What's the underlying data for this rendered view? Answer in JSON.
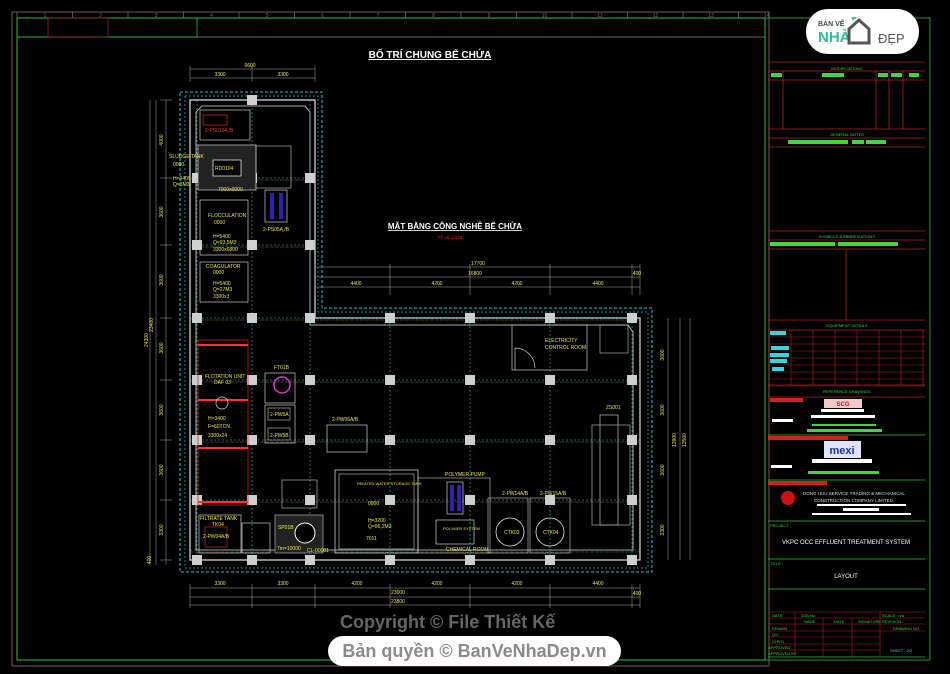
{
  "logo": {
    "line1": "BẢN VẼ",
    "line2": "NHÀ",
    "line3": "ĐẸP"
  },
  "watermark": {
    "text": "Bản quyền © BanVeNhaDep.vn",
    "behind_text": "Copyright © File Thiết Kế"
  },
  "ruler": {
    "cols": [
      "1",
      "2",
      "3",
      "4",
      "5",
      "6",
      "7",
      "8",
      "9",
      "10",
      "11",
      "12",
      "13",
      "14"
    ]
  },
  "drawing": {
    "title": "BỐ TRÍ CHUNG BỂ CHỨA",
    "subtitle": "MẶT BẰNG CÔNG NGHỆ BỂ CHỨA",
    "scale": "TỶ LỆ 1/125",
    "dims_top_left": {
      "total": "6600",
      "a": "3300",
      "b": "3300"
    },
    "dims_top_right": {
      "total1": "17700",
      "total2": "16800",
      "edge": "400",
      "spans": [
        "4400",
        "4200",
        "4200",
        "4400"
      ]
    },
    "dims_bottom": {
      "spans": [
        "3300",
        "3300",
        "4200",
        "4200",
        "4200",
        "4400"
      ],
      "edge": "400",
      "total1": "23000",
      "total2": "23800"
    },
    "dims_left": {
      "spans": [
        "4000",
        "3600",
        "3600",
        "3600",
        "3600",
        "3600",
        "3300"
      ],
      "total1": "24300",
      "total2": "23400",
      "edge": "400"
    },
    "dims_right": {
      "spans": [
        "3600",
        "3600",
        "3600",
        "3300"
      ],
      "total1": "13900",
      "total2": "13500"
    },
    "labels": {
      "sludge_tank": "SLUDGE TANK",
      "sludge_vol": "0000",
      "sludge_h": "H=3400",
      "sludge_q": "Q=3M3",
      "p_sludge": "2-PS0104,/B",
      "rd": "RD0104",
      "rd_dim": "7000x0000",
      "flocculation": "FLOCCULATION",
      "floc_vol": "0000",
      "floc_h": "H=5400",
      "floc_q": "Q=93,5M3",
      "floc_dim": "3300x6800",
      "coagulator": "COAGULATOR",
      "coag_vol": "0000",
      "coag_h": "H=5400",
      "coag_q": "Q=27M3",
      "coag_dim": "3300x3",
      "pump_a": "2-PS05A,/B",
      "flotation": "FLOTATION UNIT",
      "flot_sub": "DAF 03",
      "flot_h": "H=3400",
      "flot_f": "F=60TCN",
      "flot_dim": "3300x24",
      "fb": "FT01B",
      "pw5a": "2-PW5A",
      "pw5b": "2-PW5B",
      "pw6": "2-PW06A/B",
      "filtrate_tank": "FILTRATE TANK",
      "filtrate_sub": "TK04",
      "pw04": "2-PW04A/B",
      "sp": "SP01B",
      "sp_dim": "7m=10000",
      "cl": "CL-00001",
      "treated_tank": "TREATED WATER STORAGE TANK",
      "treated_vol": "0000",
      "treated_h": "H=3200",
      "treated_q": "Q=96,2M3",
      "treated_dim": "7011",
      "polymer_pump": "POLYMER PUMP",
      "polymer_system": "POLYMER SYSTEM",
      "chemical_room": "CHEMICAL ROOM",
      "pw14": "2-PW14A/B",
      "pw15": "2-PW15A/B",
      "ctk3": "CTK03",
      "ctk4": "CTK04",
      "electricity": "ELECTRICITY",
      "control_room": "CONTROL ROOM",
      "zs": "ZS001"
    }
  },
  "title_block": {
    "modifications": "MODIFICATIONS",
    "general_notes": "GENERAL NOTES",
    "symbols": "SYMBOLS & ABBREVIATIONS",
    "equipment": "EQUIPMENT DETAILS",
    "references": "REFERENCE DRAWINGS",
    "scg": "SCG",
    "mexi": "mexi",
    "company_line1": "DONG HUU SERVICE TRADING & MECHANICAL",
    "company_line2": "CONSTRUCTION COMPANY LIMITED.",
    "project_label": "PROJECT :",
    "project": "VKPC OCC EFFLUENT TREATMENT SYSTEM",
    "title_label": "TITLE :",
    "title": "LAYOUT",
    "date_label": "DATE :",
    "job_label": "JOB No.",
    "scale_label": "SCALE : n/a",
    "revision_label": "REVISION :",
    "name_col": "NAME",
    "date_col": "DATE",
    "sign_col": "SIGNATURE",
    "drawing_no": "DRAWING NO.",
    "drawn": "DRAWN",
    "qc": "Q/C",
    "chk": "CHK'D",
    "approved": "APPROVED",
    "approved2": "APPROVED BY",
    "sheet": "SHEET : 2/2"
  },
  "colors": {
    "background": "#000000",
    "wall": "#e0e0e0",
    "grid": "#27c8d0",
    "dim_text": "#e8e84a",
    "frame": "#2fc22f",
    "redline": "#c01818"
  }
}
